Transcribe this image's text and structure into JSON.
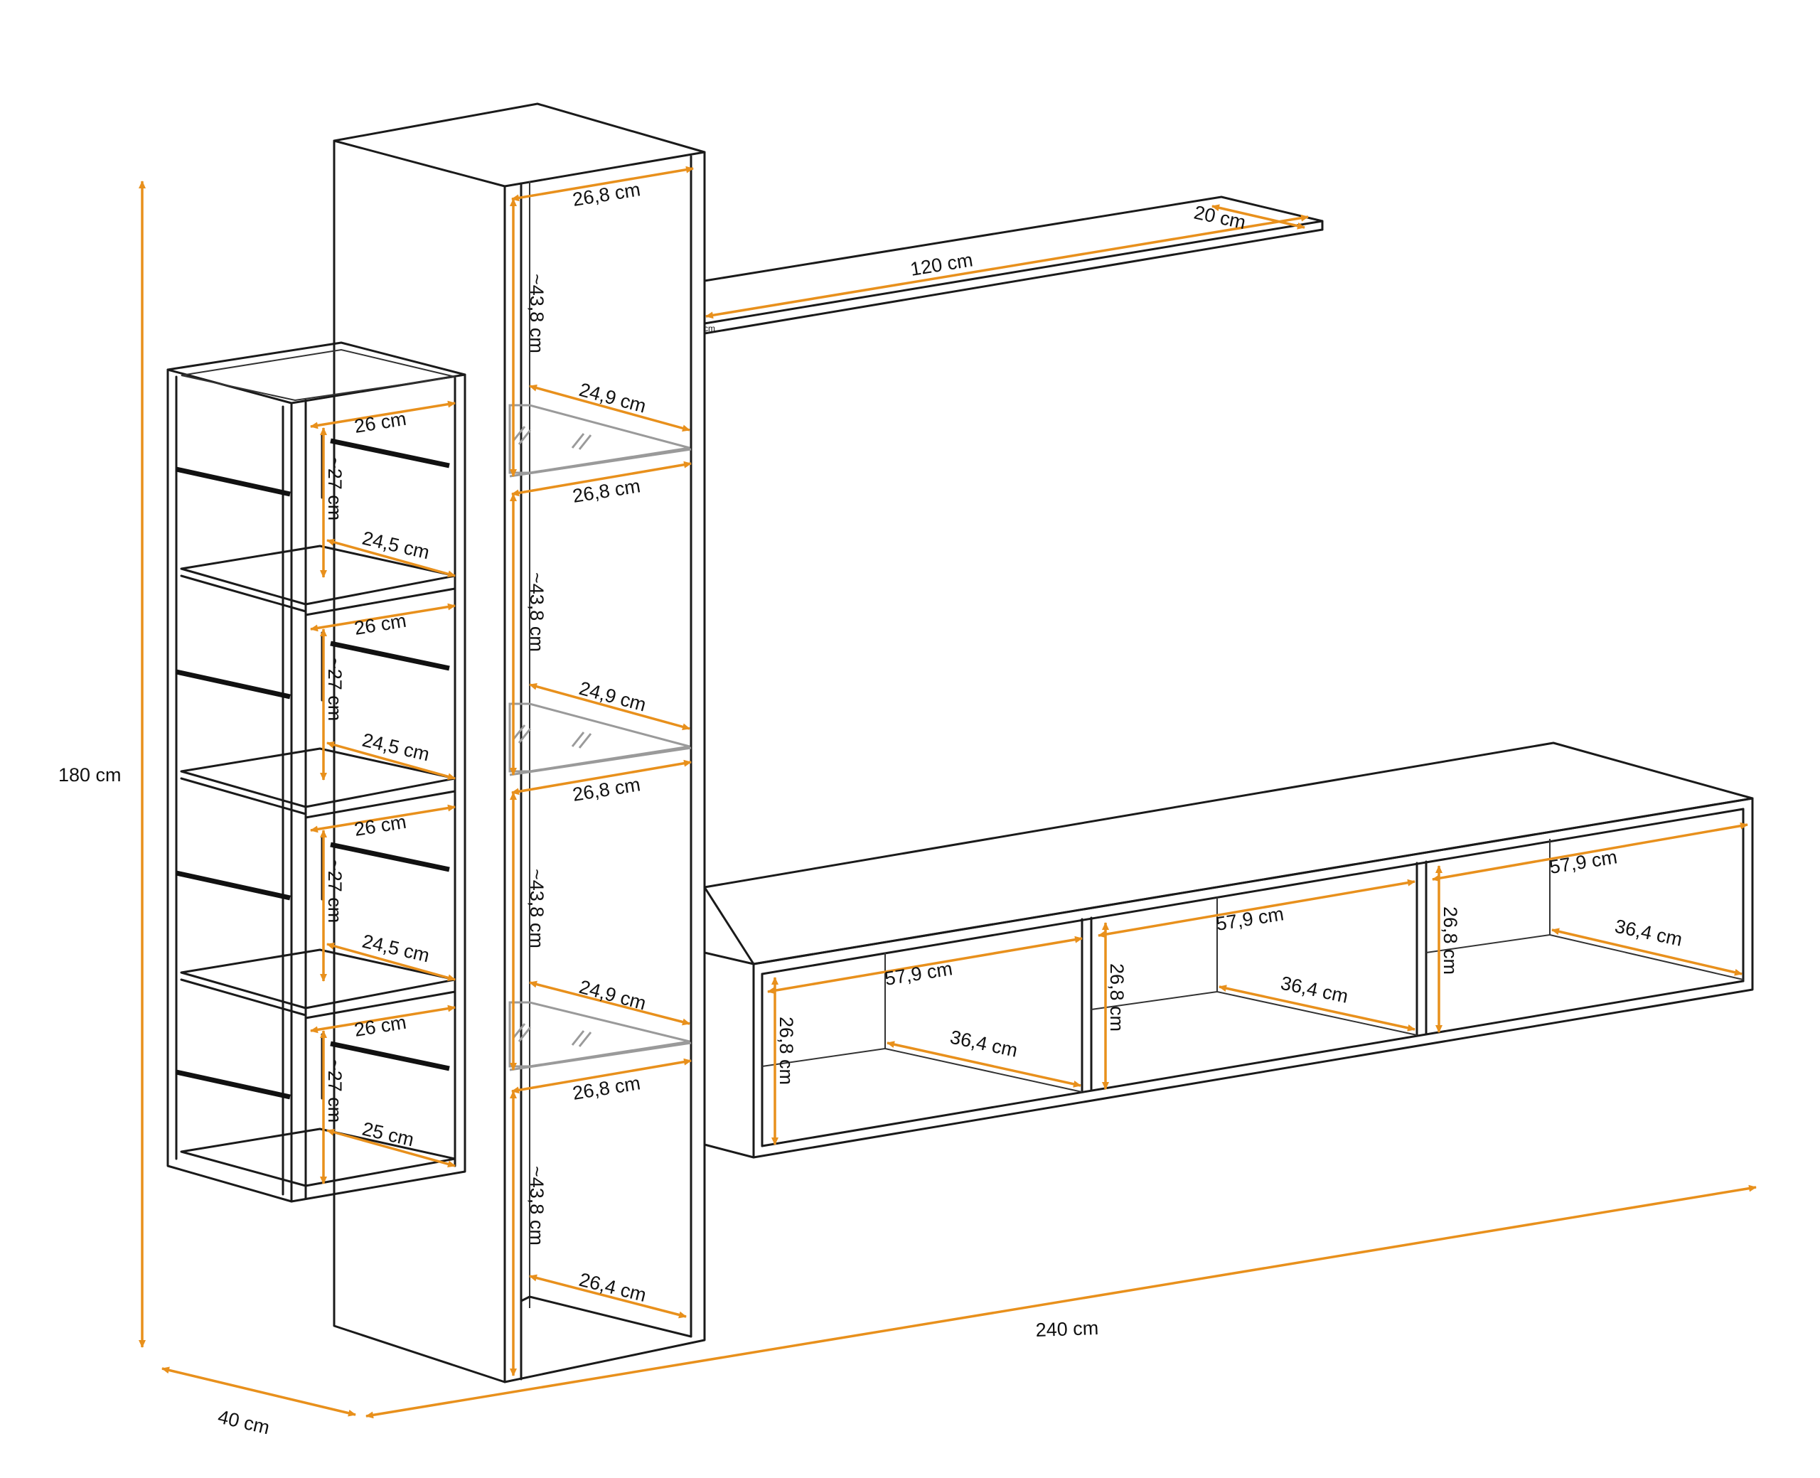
{
  "colors": {
    "line": "#1a1a1a",
    "dimension": "#e8901c",
    "glass": "#9a9a9a"
  },
  "overall": {
    "height": "180 cm",
    "depth": "40 cm",
    "width": "240 cm"
  },
  "tower": {
    "top_width": "26,8 cm",
    "glass_width": "24,9 cm",
    "shelf_width": "26,8 cm",
    "compartment_height": "~43,8 cm",
    "bottom_width": "26,4 cm"
  },
  "wall_shelf": {
    "length": "120 cm",
    "depth": "20 cm",
    "small_mark": "cm"
  },
  "side_rack": {
    "top_depth": "26 cm",
    "shelf_depth": "24,5 cm",
    "compartment_height": "~27 cm",
    "bottom_depth": "25 cm"
  },
  "tv_unit": {
    "compartment_width": "57,9 cm",
    "compartment_depth": "36,4 cm",
    "compartment_height": "26,8 cm"
  }
}
